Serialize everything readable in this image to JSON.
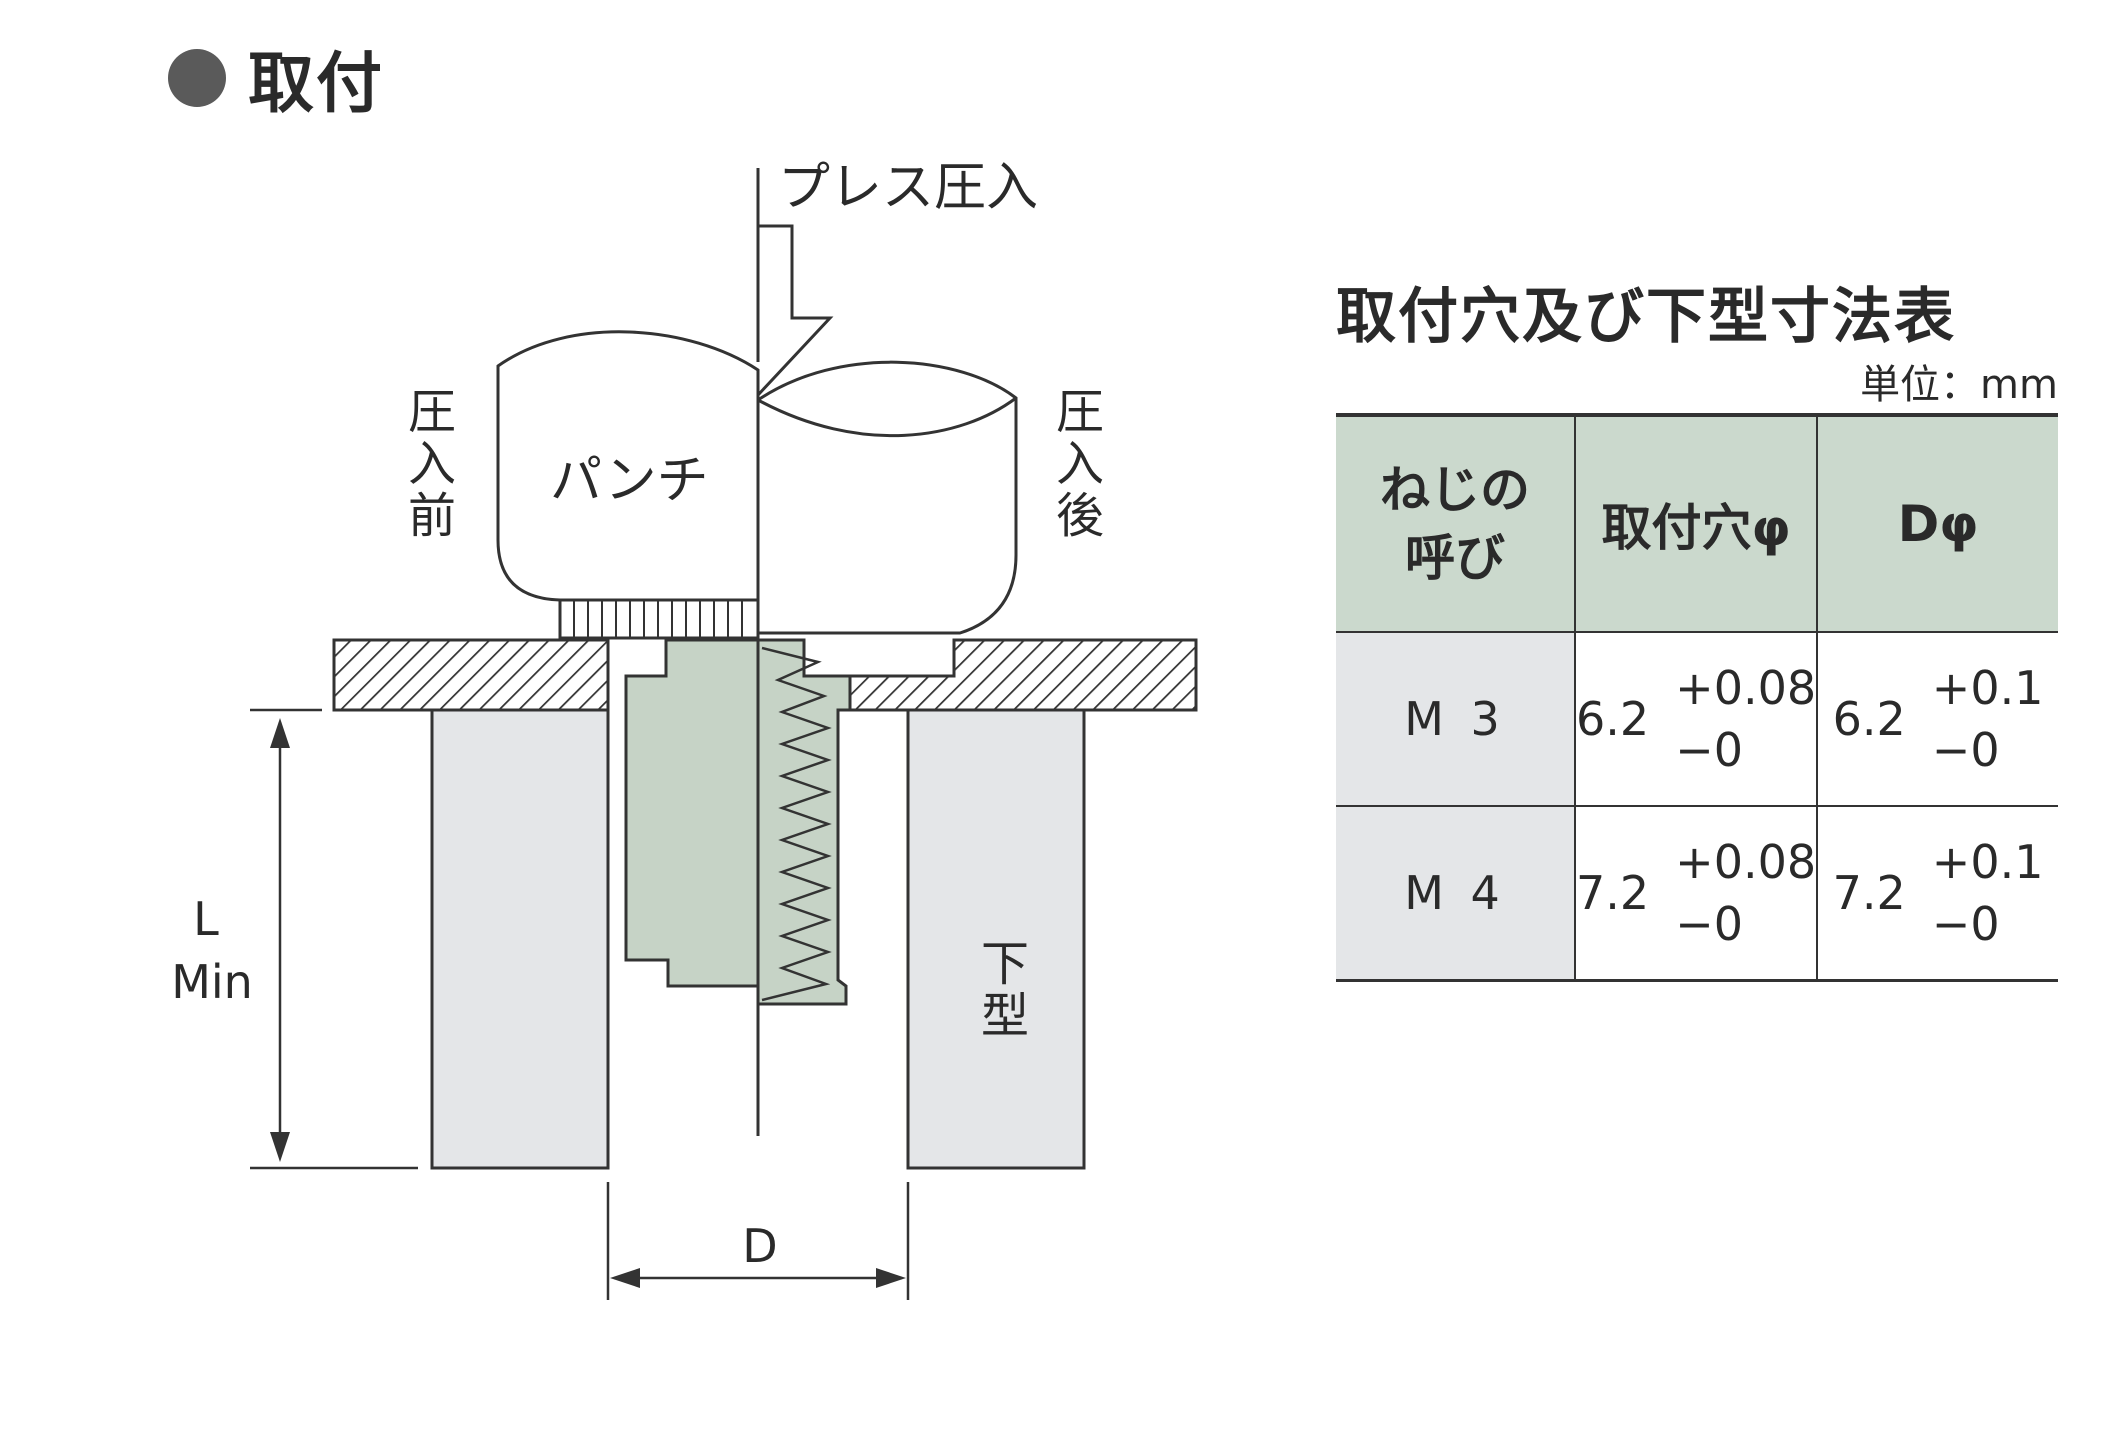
{
  "section_title": "取付",
  "diagram": {
    "press_label": "プレス圧入",
    "punch_label": "パンチ",
    "before_label": "圧入前",
    "after_label": "圧入後",
    "die_label": "下型",
    "l_label": "L",
    "min_label": "Min",
    "d_label": "D"
  },
  "table": {
    "title": "取付穴及び下型寸法表",
    "unit": "単位：mm",
    "headers": [
      "ねじの呼び",
      "取付穴φ",
      "Dφ"
    ],
    "rows": [
      {
        "name": "M 3",
        "hole": "6.2",
        "hole_plus": "+0.08",
        "hole_minus": "−0",
        "d": "6.2",
        "d_plus": "+0.1",
        "d_minus": "−0"
      },
      {
        "name": "M 4",
        "hole": "7.2",
        "hole_plus": "+0.08",
        "hole_minus": "−0",
        "d": "7.2",
        "d_plus": "+0.1",
        "d_minus": "−0"
      }
    ]
  },
  "colors": {
    "header_fill": "#cbd9cd",
    "name_cell_fill": "#e4e6e8",
    "nut_fill": "#c6d3c6",
    "die_fill": "#e4e6e8"
  }
}
